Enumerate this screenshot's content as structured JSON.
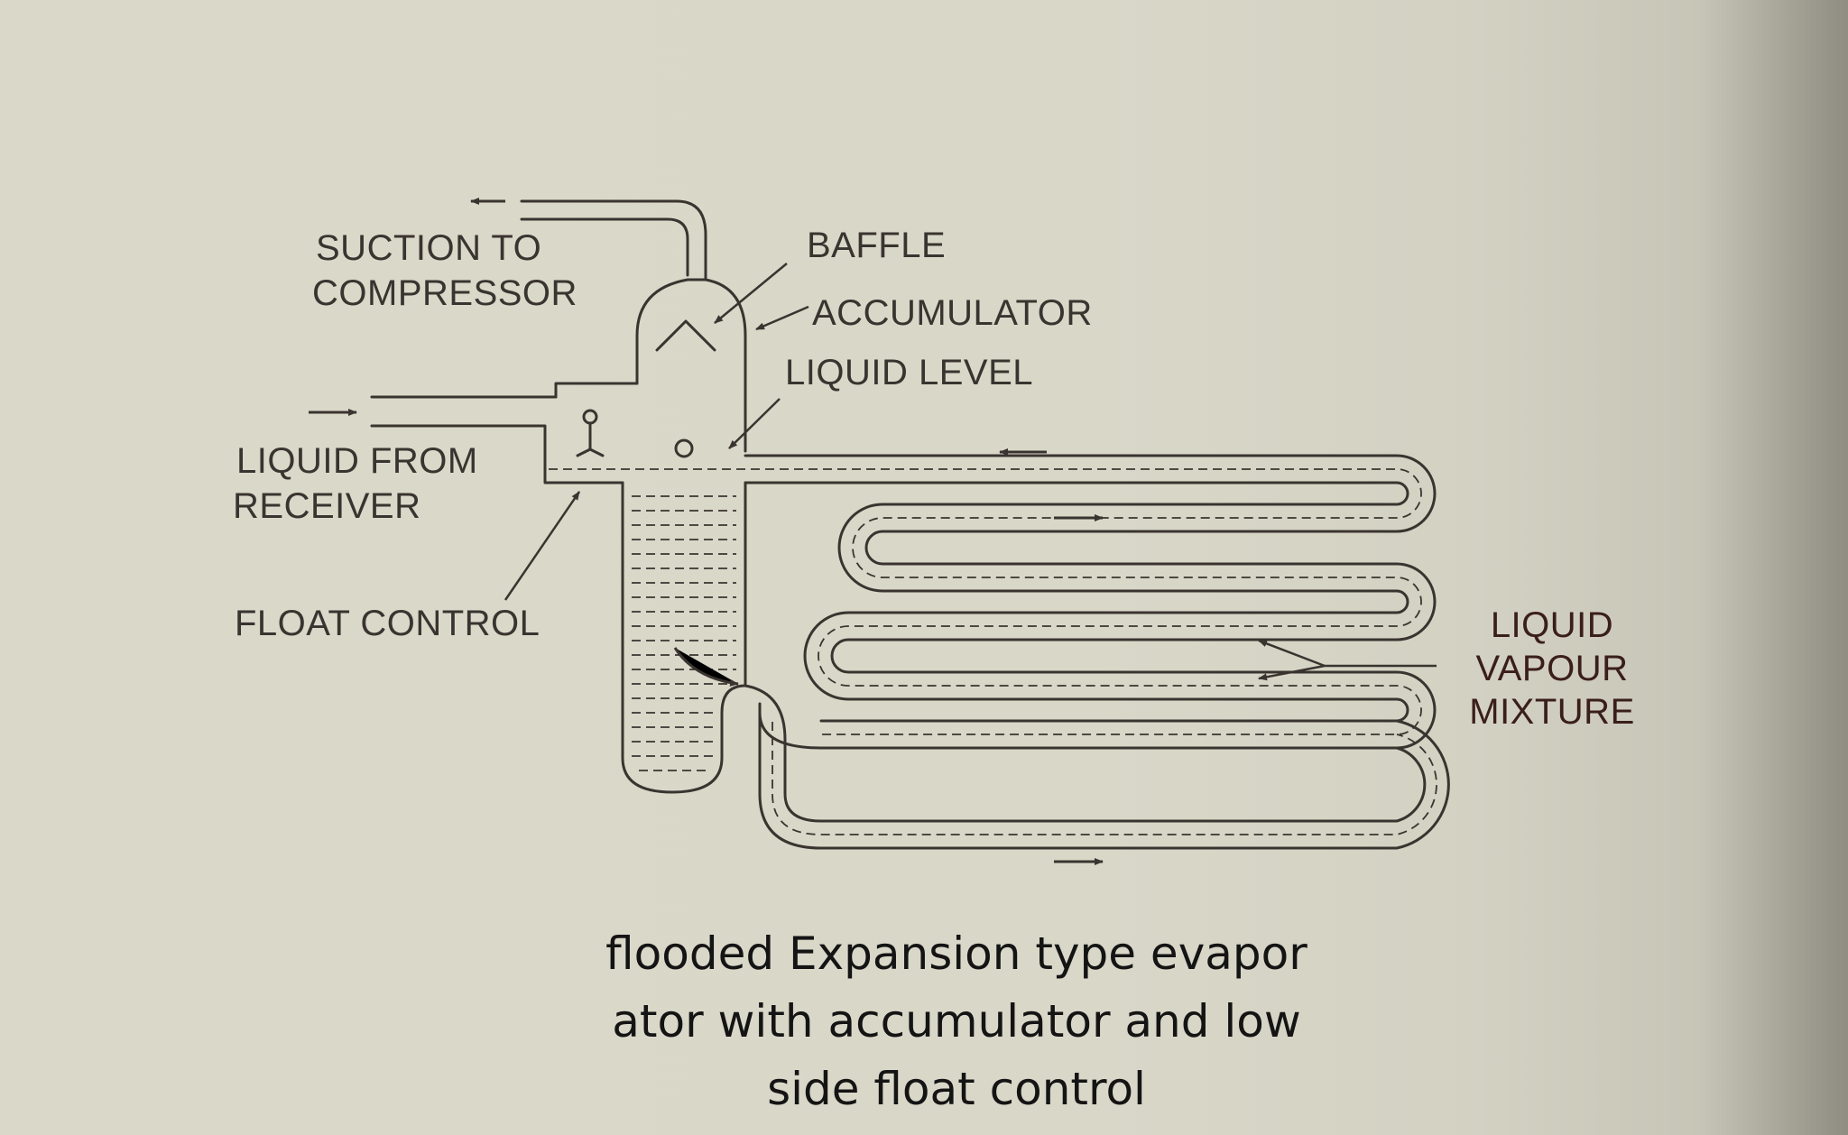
{
  "diagram": {
    "labels": {
      "suction_line1": "SUCTION TO",
      "suction_line2": "COMPRESSOR",
      "baffle": "BAFFLE",
      "accumulator": "ACCUMULATOR",
      "liquid_level": "LIQUID LEVEL",
      "liquid_from_line1": "LIQUID FROM",
      "liquid_from_line2": "RECEIVER",
      "float_control": "FLOAT CONTROL",
      "mixture_line1": "LIQUID",
      "mixture_line2": "VAPOUR",
      "mixture_line3": "MIXTURE"
    },
    "caption": {
      "line1": "flooded Expansion type evapor",
      "line2": "ator with accumulator and low",
      "line3": "side float control"
    },
    "colors": {
      "ink": "#3a3430",
      "label_dark": "#3a1e1a",
      "caption": "#141414",
      "paper": "#d9d7c8"
    }
  }
}
